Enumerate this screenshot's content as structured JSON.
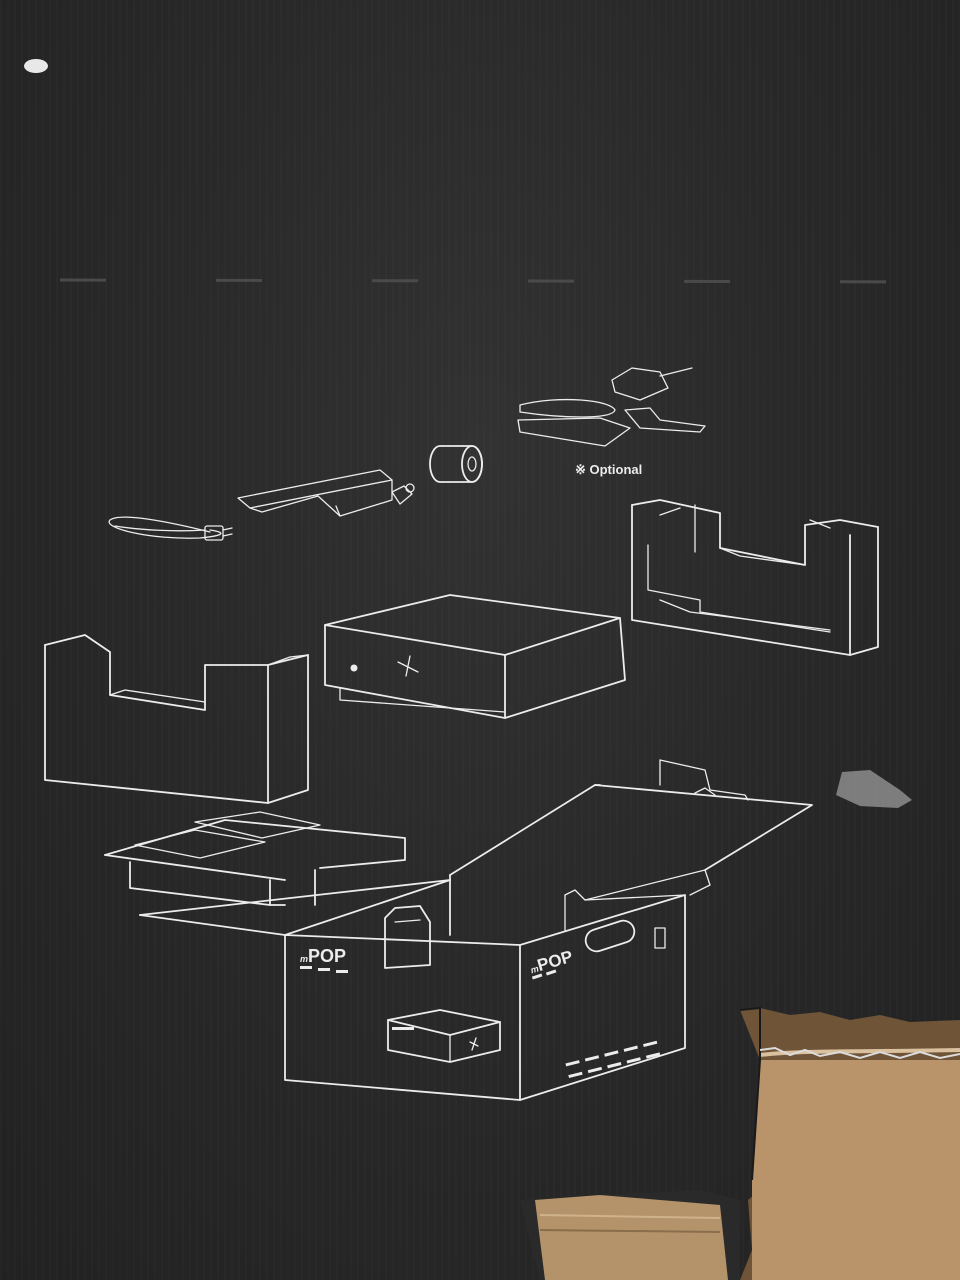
{
  "optional_label": "※ Optional",
  "box_logo_front": "POP",
  "box_logo_side": "POP",
  "box_logo_prefix": "m",
  "colors": {
    "cardboard_dark": "#262626",
    "line_art": "#ececec",
    "kraft": "#b9946a"
  }
}
